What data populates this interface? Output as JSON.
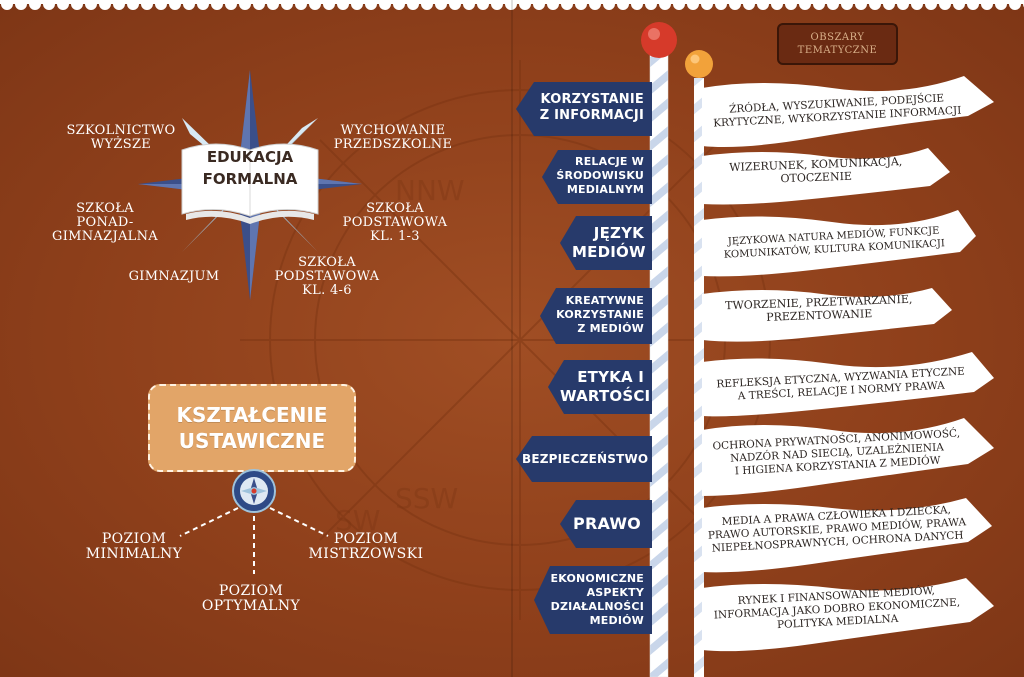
{
  "left_panel": {
    "formal_education": {
      "title_lines": [
        "EDUKACJA",
        "FORMALNA"
      ],
      "points": {
        "higher": [
          "SZKOLNICTWO",
          "WYŻSZE"
        ],
        "preschool": [
          "WYCHOWANIE",
          "PRZEDSZKOLNE"
        ],
        "post_gymnasium": [
          "SZKOŁA",
          "PONAD-",
          "GIMNAZJALNA"
        ],
        "primary_1_3": [
          "SZKOŁA",
          "PODSTAWOWA",
          "KL. 1-3"
        ],
        "gymnasium": [
          "GIMNAZJUM"
        ],
        "primary_4_6": [
          "SZKOŁA",
          "PODSTAWOWA",
          "KL. 4-6"
        ]
      }
    },
    "lifelong_learning": {
      "title_lines": [
        "KSZTAŁCENIE",
        "USTAWICZNE"
      ],
      "levels": {
        "minimal": [
          "POZIOM",
          "MINIMALNY"
        ],
        "optimal": [
          "POZIOM",
          "OPTYMALNY"
        ],
        "master": [
          "POZIOM",
          "MISTRZOWSKI"
        ]
      }
    }
  },
  "right_panel": {
    "header_lines": [
      "OBSZARY",
      "TEMATYCZNE"
    ],
    "areas": [
      {
        "tag": [
          "KORZYSTANIE",
          "Z INFORMACJI"
        ],
        "flag": [
          "ŹRÓDŁA, WYSZUKIWANIE, PODEJŚCIE",
          "KRYTYCZNE, WYKORZYSTANIE INFORMACJI"
        ]
      },
      {
        "tag": [
          "RELACJE W",
          "ŚRODOWISKU",
          "MEDIALNYM"
        ],
        "flag": [
          "WIZERUNEK, KOMUNIKACJA,",
          "OTOCZENIE"
        ]
      },
      {
        "tag": [
          "JĘZYK",
          "MEDIÓW"
        ],
        "flag": [
          "JĘZYKOWA NATURA MEDIÓW, FUNKCJE",
          "KOMUNIKATÓW, KULTURA KOMUNIKACJI"
        ]
      },
      {
        "tag": [
          "KREATYWNE",
          "KORZYSTANIE",
          "Z MEDIÓW"
        ],
        "flag": [
          "TWORZENIE, PRZETWARZANIE,",
          "PREZENTOWANIE"
        ]
      },
      {
        "tag": [
          "ETYKA I",
          "WARTOŚCI"
        ],
        "flag": [
          "REFLEKSJA ETYCZNA, WYZWANIA ETYCZNE",
          "A TREŚCI, RELACJE I NORMY PRAWA"
        ]
      },
      {
        "tag": [
          "BEZPIECZEŃSTWO"
        ],
        "flag": [
          "OCHRONA PRYWATNOŚCI, ANONIMOWOŚĆ,",
          "NADZÓR NAD SIECIĄ, UZALEŻNIENIA",
          "I HIGIENA KORZYSTANIA Z MEDIÓW"
        ]
      },
      {
        "tag": [
          "PRAWO"
        ],
        "flag": [
          "MEDIA A PRAWA CZŁOWIEKA I DZIECKA,",
          "PRAWO AUTORSKIE, PRAWO MEDIÓW, PRAWA",
          "NIEPEŁNOSPRAWNYCH, OCHRONA DANYCH"
        ]
      },
      {
        "tag": [
          "EKONOMICZNE",
          "ASPEKTY",
          "DZIAŁALNOŚCI",
          "MEDIÓW"
        ],
        "flag": [
          "RYNEK I FINANSOWANIE MEDIÓW,",
          "INFORMACJA JAKO DOBRO EKONOMICZNE,",
          "POLITYKA MEDIALNA"
        ]
      }
    ]
  },
  "colors": {
    "background": "#923f1a",
    "navy": "#273a6b",
    "compass_light_blue": "#9fc3dc",
    "compass_dark_blue": "#3b4f8a",
    "pin_red": "#d63a2a",
    "pin_orange": "#f2a23a",
    "lifelong_box": "#e2a568",
    "flag_white": "#ffffff"
  }
}
